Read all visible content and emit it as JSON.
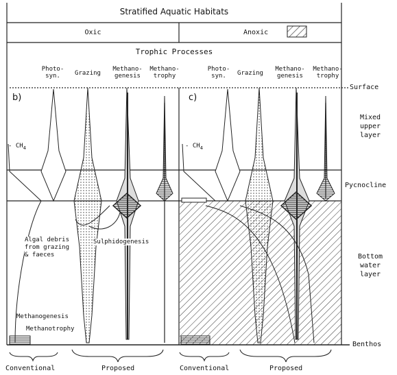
{
  "title": "Stratified Aquatic Habitats",
  "zones": {
    "oxic": "Oxic",
    "anoxic": "Anoxic"
  },
  "trophic_processes": "Trophic Processes",
  "panels": {
    "b": {
      "letter": "b)",
      "columns": [
        "Photo-\nsyn.",
        "Grazing",
        "Methano-\ngenesis",
        "Methano-\ntrophy"
      ],
      "ch4": "- CH",
      "ch4_sub": "4",
      "algal_debris": "Algal debris\nfrom grazing\n& faeces",
      "sulphidogenesis": "Sulphidogenesis",
      "benthic_methanogenesis": "Methanogenesis",
      "benthic_methanotrophy": "Methanotrophy",
      "conventional": "Conventional",
      "proposed": "Proposed"
    },
    "c": {
      "letter": "c)",
      "columns": [
        "Photo-\nsyn.",
        "Grazing",
        "Methano-\ngenesis",
        "Methano-\ntrophy"
      ],
      "ch4": "- CH",
      "ch4_sub": "4",
      "conventional": "Conventional",
      "proposed": "Proposed"
    }
  },
  "layers": {
    "surface": "Surface",
    "mixed": "Mixed\nupper\nlayer",
    "pycnocline": "Pycnocline",
    "bottom": "Bottom\nwater\nlayer",
    "benthos": "Benthos"
  }
}
